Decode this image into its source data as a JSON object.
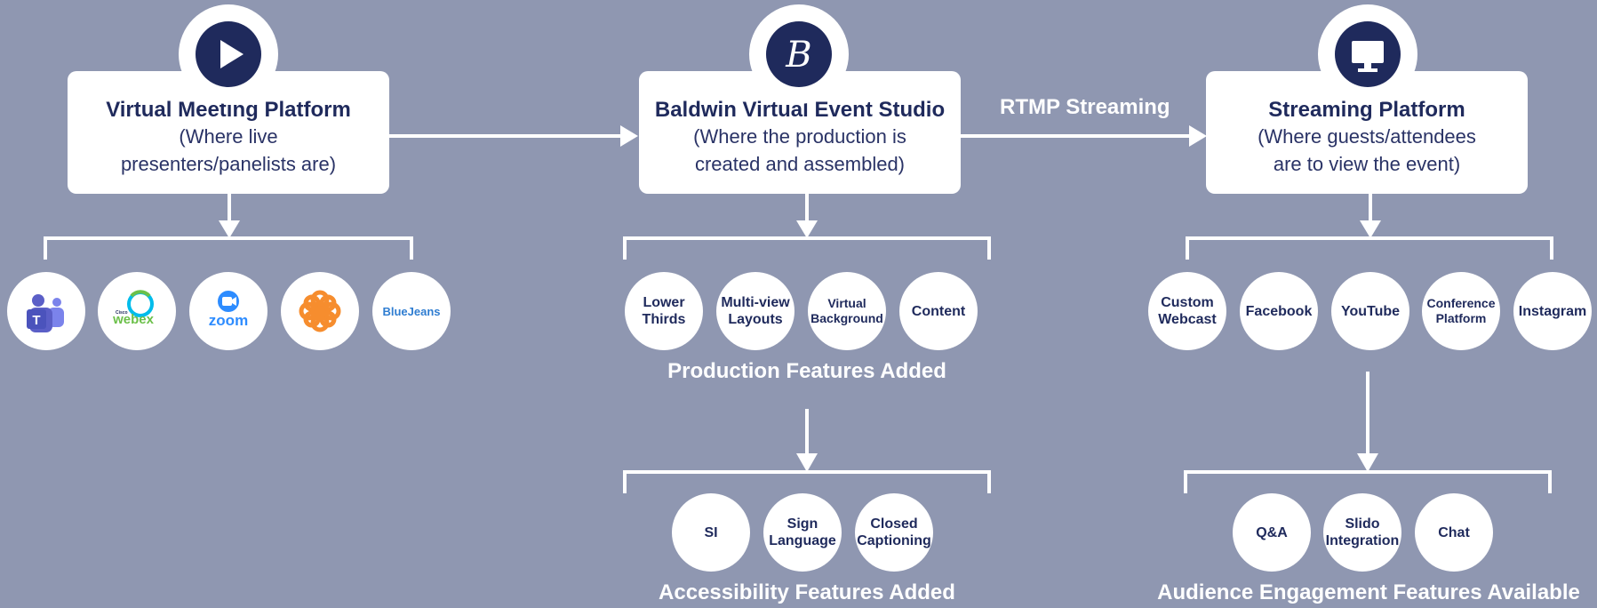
{
  "left": {
    "title": "Virtual Meeting Platform",
    "subtitle_line1": "(Where live",
    "subtitle_line2": "presenters/panelists are)",
    "icon": "play-icon",
    "logos": [
      {
        "name": "teams-logo",
        "text": "T"
      },
      {
        "name": "webex-logo",
        "text": "webex",
        "small": "Cisco"
      },
      {
        "name": "zoom-logo",
        "text": "zoom"
      },
      {
        "name": "gotomeeting-logo",
        "text": ""
      },
      {
        "name": "bluejeans-logo",
        "text": "BlueJeans"
      }
    ]
  },
  "center": {
    "title": "Baldwin Virtual Event Studio",
    "subtitle_line1": "(Where the production is",
    "subtitle_line2": "created and assembled)",
    "icon": "baldwin-b-icon",
    "icon_letter": "B",
    "production_items": [
      "Lower Thirds",
      "Multi-view Layouts",
      "Virtual Background",
      "Content"
    ],
    "production_caption": "Production Features Added",
    "accessibility_items": [
      "SI",
      "Sign Language",
      "Closed Captioning"
    ],
    "accessibility_caption": "Accessibility Features Added"
  },
  "right": {
    "title": "Streaming Platform",
    "subtitle_line1": "(Where guests/attendees",
    "subtitle_line2": "are to view the event)",
    "icon": "monitor-icon",
    "platform_items": [
      "Custom Webcast",
      "Facebook",
      "YouTube",
      "Conference Platform",
      "Instagram"
    ],
    "engagement_items": [
      "Q&A",
      "Slido Integration",
      "Chat"
    ],
    "engagement_caption": "Audience Engagement Features Available"
  },
  "connector": {
    "rtmp_label": "RTMP Streaming"
  },
  "colors": {
    "background": "#8f97b1",
    "navy": "#1f2a5c",
    "white": "#ffffff"
  }
}
